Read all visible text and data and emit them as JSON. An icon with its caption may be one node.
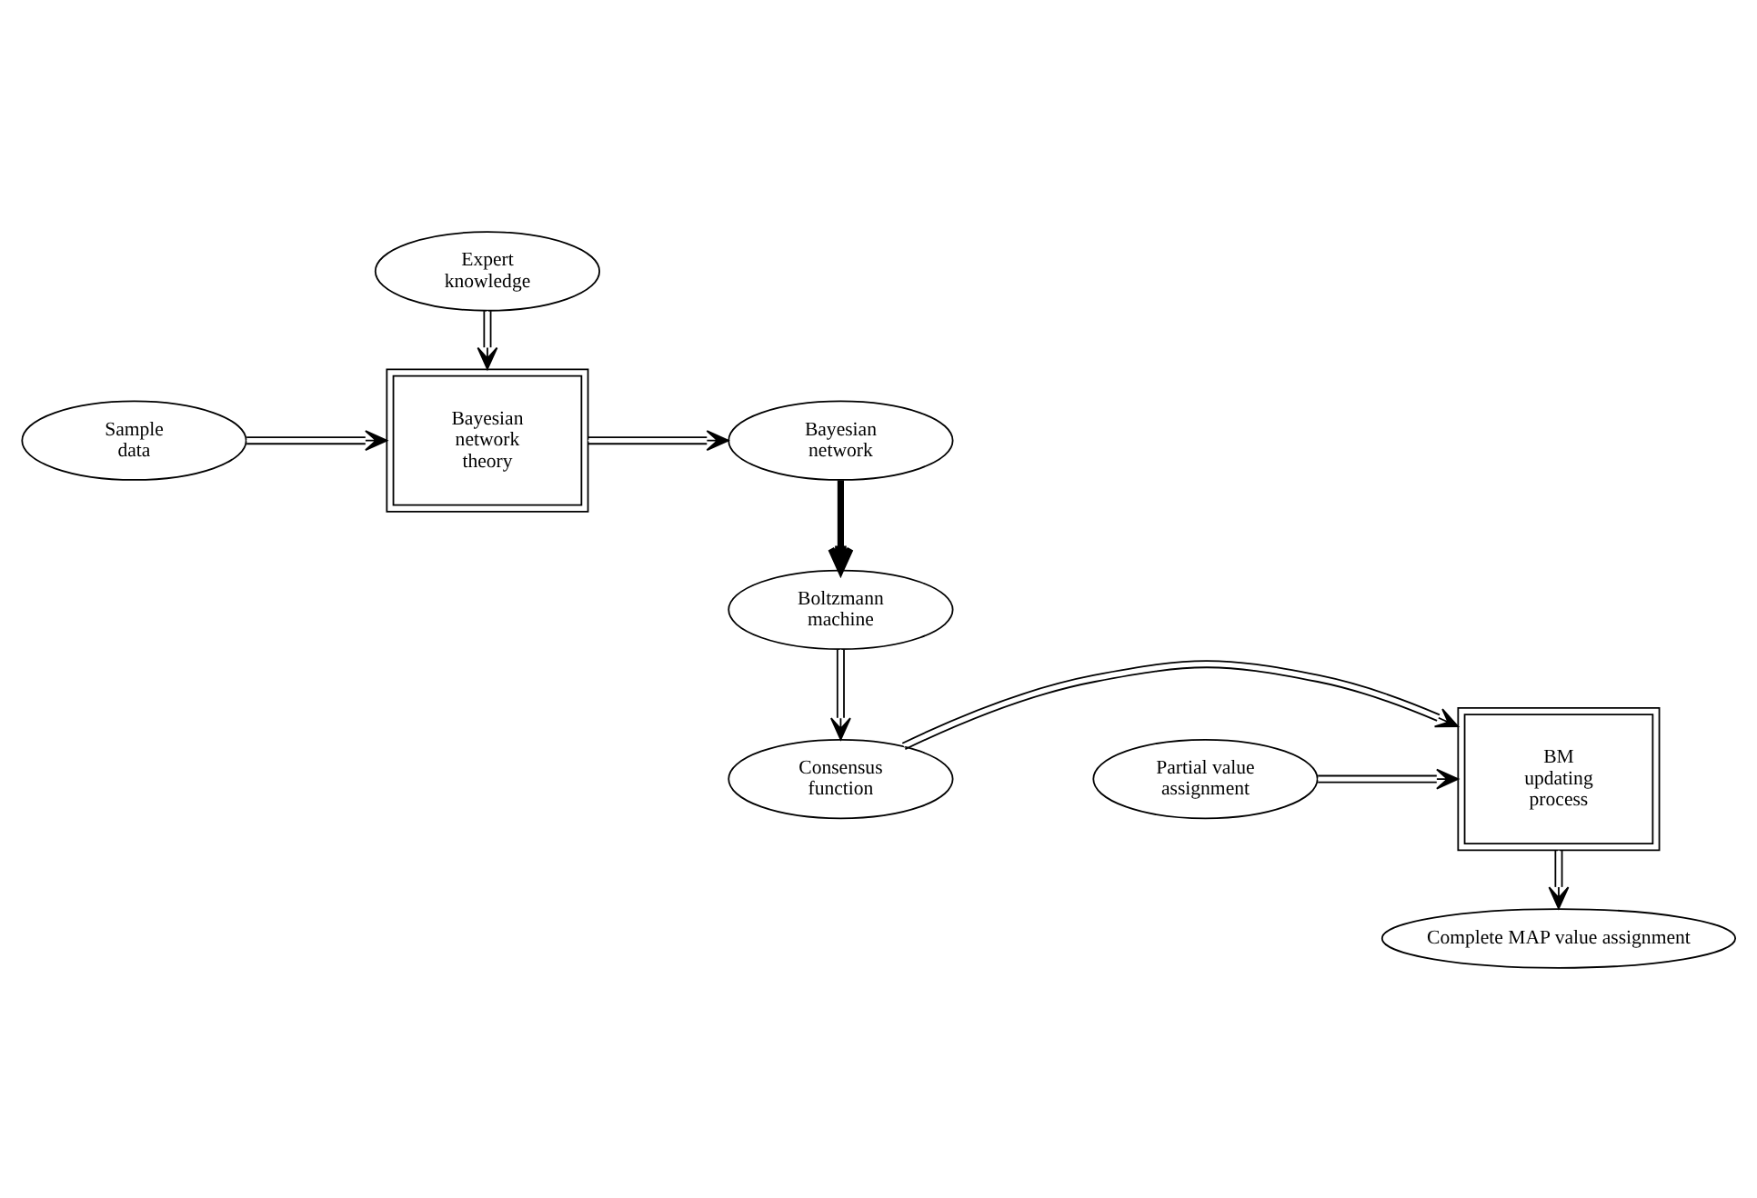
{
  "diagram": {
    "nodes": [
      {
        "text": [
          "Expert knowledge"
        ]
      },
      {
        "text": [
          "Sample data"
        ]
      },
      {
        "text": [
          "Bayesian network theory"
        ]
      },
      {
        "text": [
          "Bayesian network"
        ]
      },
      {
        "text": [
          "Boltzmann machine"
        ]
      },
      {
        "text": [
          "Partial value assignment"
        ]
      },
      {
        "text": [
          "BM updating process"
        ]
      },
      {
        "text": [
          "Consensus function"
        ]
      },
      {
        "text": [
          "Complete MAP value assignment"
        ]
      }
    ],
    "edges": [
      {
        "from": 0,
        "to": 2,
        "arrow": "to"
      },
      {
        "from": 1,
        "to": 2,
        "arrow": "to"
      },
      {
        "from": 2,
        "to": 3,
        "arrow": "to"
      },
      {
        "from": 3,
        "to": 4,
        "arrow": "to",
        "style": "thick"
      },
      {
        "from": 4,
        "to": 7,
        "arrow": "to"
      },
      {
        "from": 5,
        "to": 6,
        "arrow": "to"
      },
      {
        "from": 7,
        "to": 6,
        "arrow": "to"
      },
      {
        "from": 6,
        "to": 8,
        "arrow": "to"
      }
    ]
  }
}
